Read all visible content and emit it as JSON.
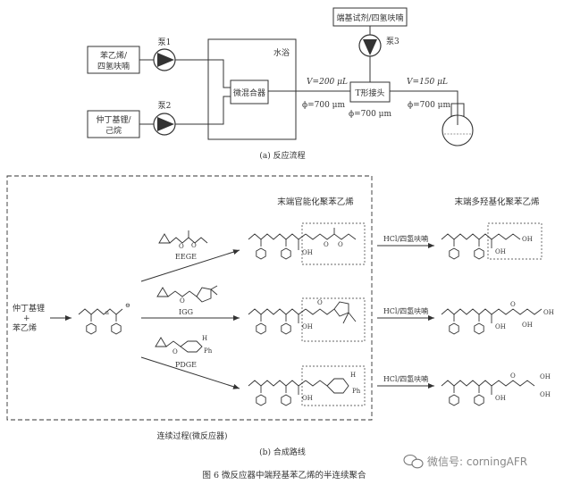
{
  "part_a": {
    "reservoir_1": [
      "苯乙烯/",
      "四氢呋喃"
    ],
    "reservoir_2": [
      "仲丁基锂/",
      "己烷"
    ],
    "reservoir_3": "端基试剂/四氢呋喃",
    "pump_1": "泵1",
    "pump_2": "泵2",
    "pump_3": "泵3",
    "water_bath": "水浴",
    "micromixer": "微混合器",
    "t_junction": "T形接头",
    "flow_1": "V=200 μL",
    "diameter_1": "ϕ=700 μm",
    "diameter_2": "ϕ=700 μm",
    "flow_2": "V=150 μL",
    "diameter_3": "ϕ=700 μm",
    "caption": "(a) 反应流程"
  },
  "part_b": {
    "heading_middle": "末端官能化聚苯乙烯",
    "heading_right": "末端多羟基化聚苯乙烯",
    "start_label": [
      "仲丁基锂",
      "+",
      "苯乙烯"
    ],
    "reagents": [
      "EEGE",
      "IGG",
      "PDGE"
    ],
    "reaction_conditions": [
      "HCl/四氢呋喃",
      "HCl/四氢呋喃",
      "HCl/四氢呋喃"
    ],
    "box_label": "连续过程(微反应器)",
    "caption": "(b) 合成路线"
  },
  "figure_caption": "图 6    微反应器中端羟基苯乙烯的半连续聚合",
  "watermark": "微信号: corningAFR"
}
